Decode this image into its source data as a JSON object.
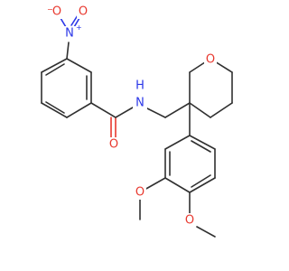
{
  "colors": {
    "bond": "#303030",
    "oxygen": "#e8382e",
    "nitrogen": "#2a36e8"
  },
  "atoms": {
    "nitro_o_minus": {
      "symbol": "O",
      "charge": "−"
    },
    "nitro_n_plus": {
      "symbol": "N",
      "charge": "+"
    },
    "nitro_o_double": {
      "symbol": "O"
    },
    "amide_n": {
      "symbol": "N"
    },
    "amide_h": {
      "symbol": "H"
    },
    "carbonyl_o": {
      "symbol": "O"
    },
    "ring_o": {
      "symbol": "O"
    },
    "methoxy_o_1": {
      "symbol": "O"
    },
    "methoxy_o_2": {
      "symbol": "O"
    }
  }
}
